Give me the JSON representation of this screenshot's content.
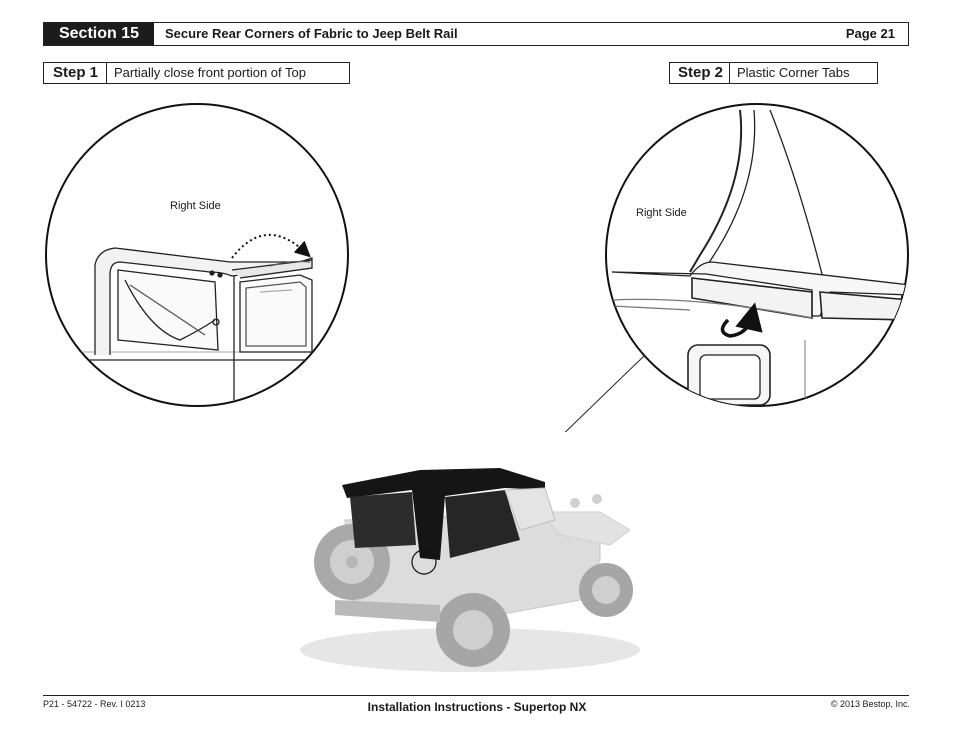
{
  "header": {
    "section_label": "Section 15",
    "title": "Secure Rear Corners of Fabric to Jeep Belt Rail",
    "page": "Page 21"
  },
  "steps": [
    {
      "label": "Step 1",
      "text": "Partially close front portion of Top"
    },
    {
      "label": "Step 2",
      "text": "Plastic Corner Tabs"
    }
  ],
  "callouts": {
    "left": "Right Side",
    "right": "Right Side"
  },
  "footer": {
    "left": "P21 - 54722 - Rev. I 0213",
    "center": "Installation Instructions - Supertop NX",
    "right": "© 2013 Bestop, Inc."
  },
  "icons": [
    "dotted-arrow-icon",
    "rotate-arrow-icon"
  ]
}
